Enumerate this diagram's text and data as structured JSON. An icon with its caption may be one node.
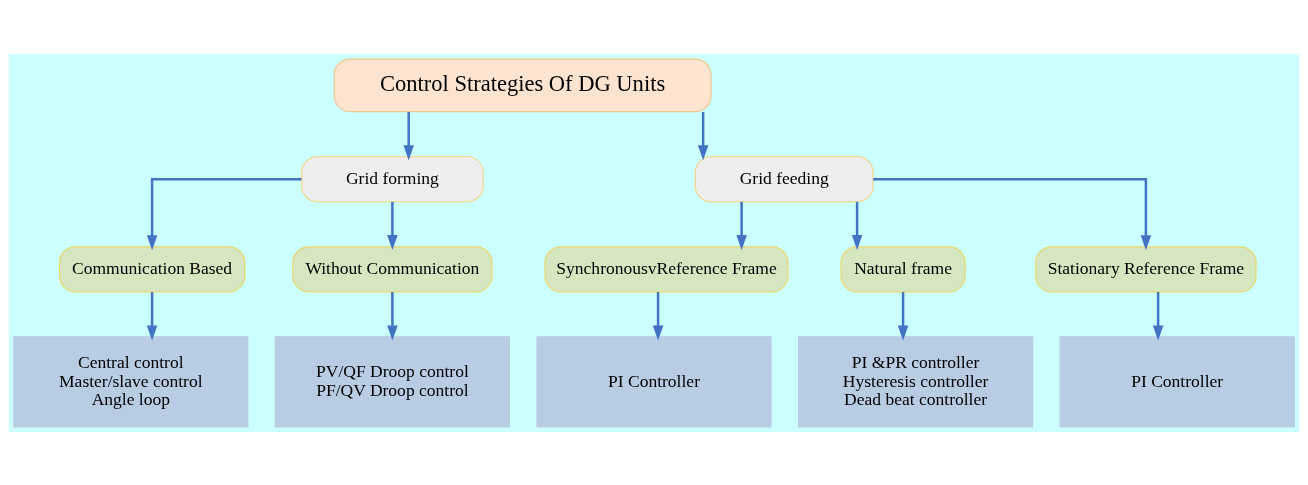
{
  "diagram": {
    "nodes": [
      {
        "text": [
          "Control Strategies Of DG Units"
        ]
      },
      {
        "text": [
          "Grid forming"
        ]
      },
      {
        "text": [
          "Grid feeding"
        ]
      },
      {
        "text": [
          "Communication Based"
        ]
      },
      {
        "text": [
          "Without Communication"
        ]
      },
      {
        "text": [
          "SynchronousvReference Frame"
        ]
      },
      {
        "text": [
          "Natural frame"
        ]
      },
      {
        "text": [
          "Stationary Reference Frame"
        ]
      },
      {
        "text": [
          "Central control",
          "Master/slave control",
          "Angle loop"
        ]
      },
      {
        "text": [
          "PV/QF Droop control",
          "PF/QV Droop control"
        ]
      },
      {
        "text": [
          "PI Controller"
        ]
      },
      {
        "text": [
          "PI &PR controller",
          "Hysteresis controller",
          "Dead beat controller"
        ]
      },
      {
        "text": [
          "PI Controller"
        ]
      }
    ],
    "edges": [
      {
        "from": 0,
        "to": 1,
        "arrow": "to"
      },
      {
        "from": 0,
        "to": 2,
        "arrow": "to"
      },
      {
        "from": 1,
        "to": 3,
        "arrow": "to"
      },
      {
        "from": 1,
        "to": 4,
        "arrow": "to"
      },
      {
        "from": 2,
        "to": 5,
        "arrow": "to"
      },
      {
        "from": 2,
        "to": 6,
        "arrow": "to"
      },
      {
        "from": 2,
        "to": 7,
        "arrow": "to"
      },
      {
        "from": 3,
        "to": 8,
        "arrow": "to"
      },
      {
        "from": 4,
        "to": 9,
        "arrow": "to"
      },
      {
        "from": 5,
        "to": 10,
        "arrow": "to"
      },
      {
        "from": 6,
        "to": 11,
        "arrow": "to"
      },
      {
        "from": 7,
        "to": 12,
        "arrow": "to"
      }
    ]
  }
}
